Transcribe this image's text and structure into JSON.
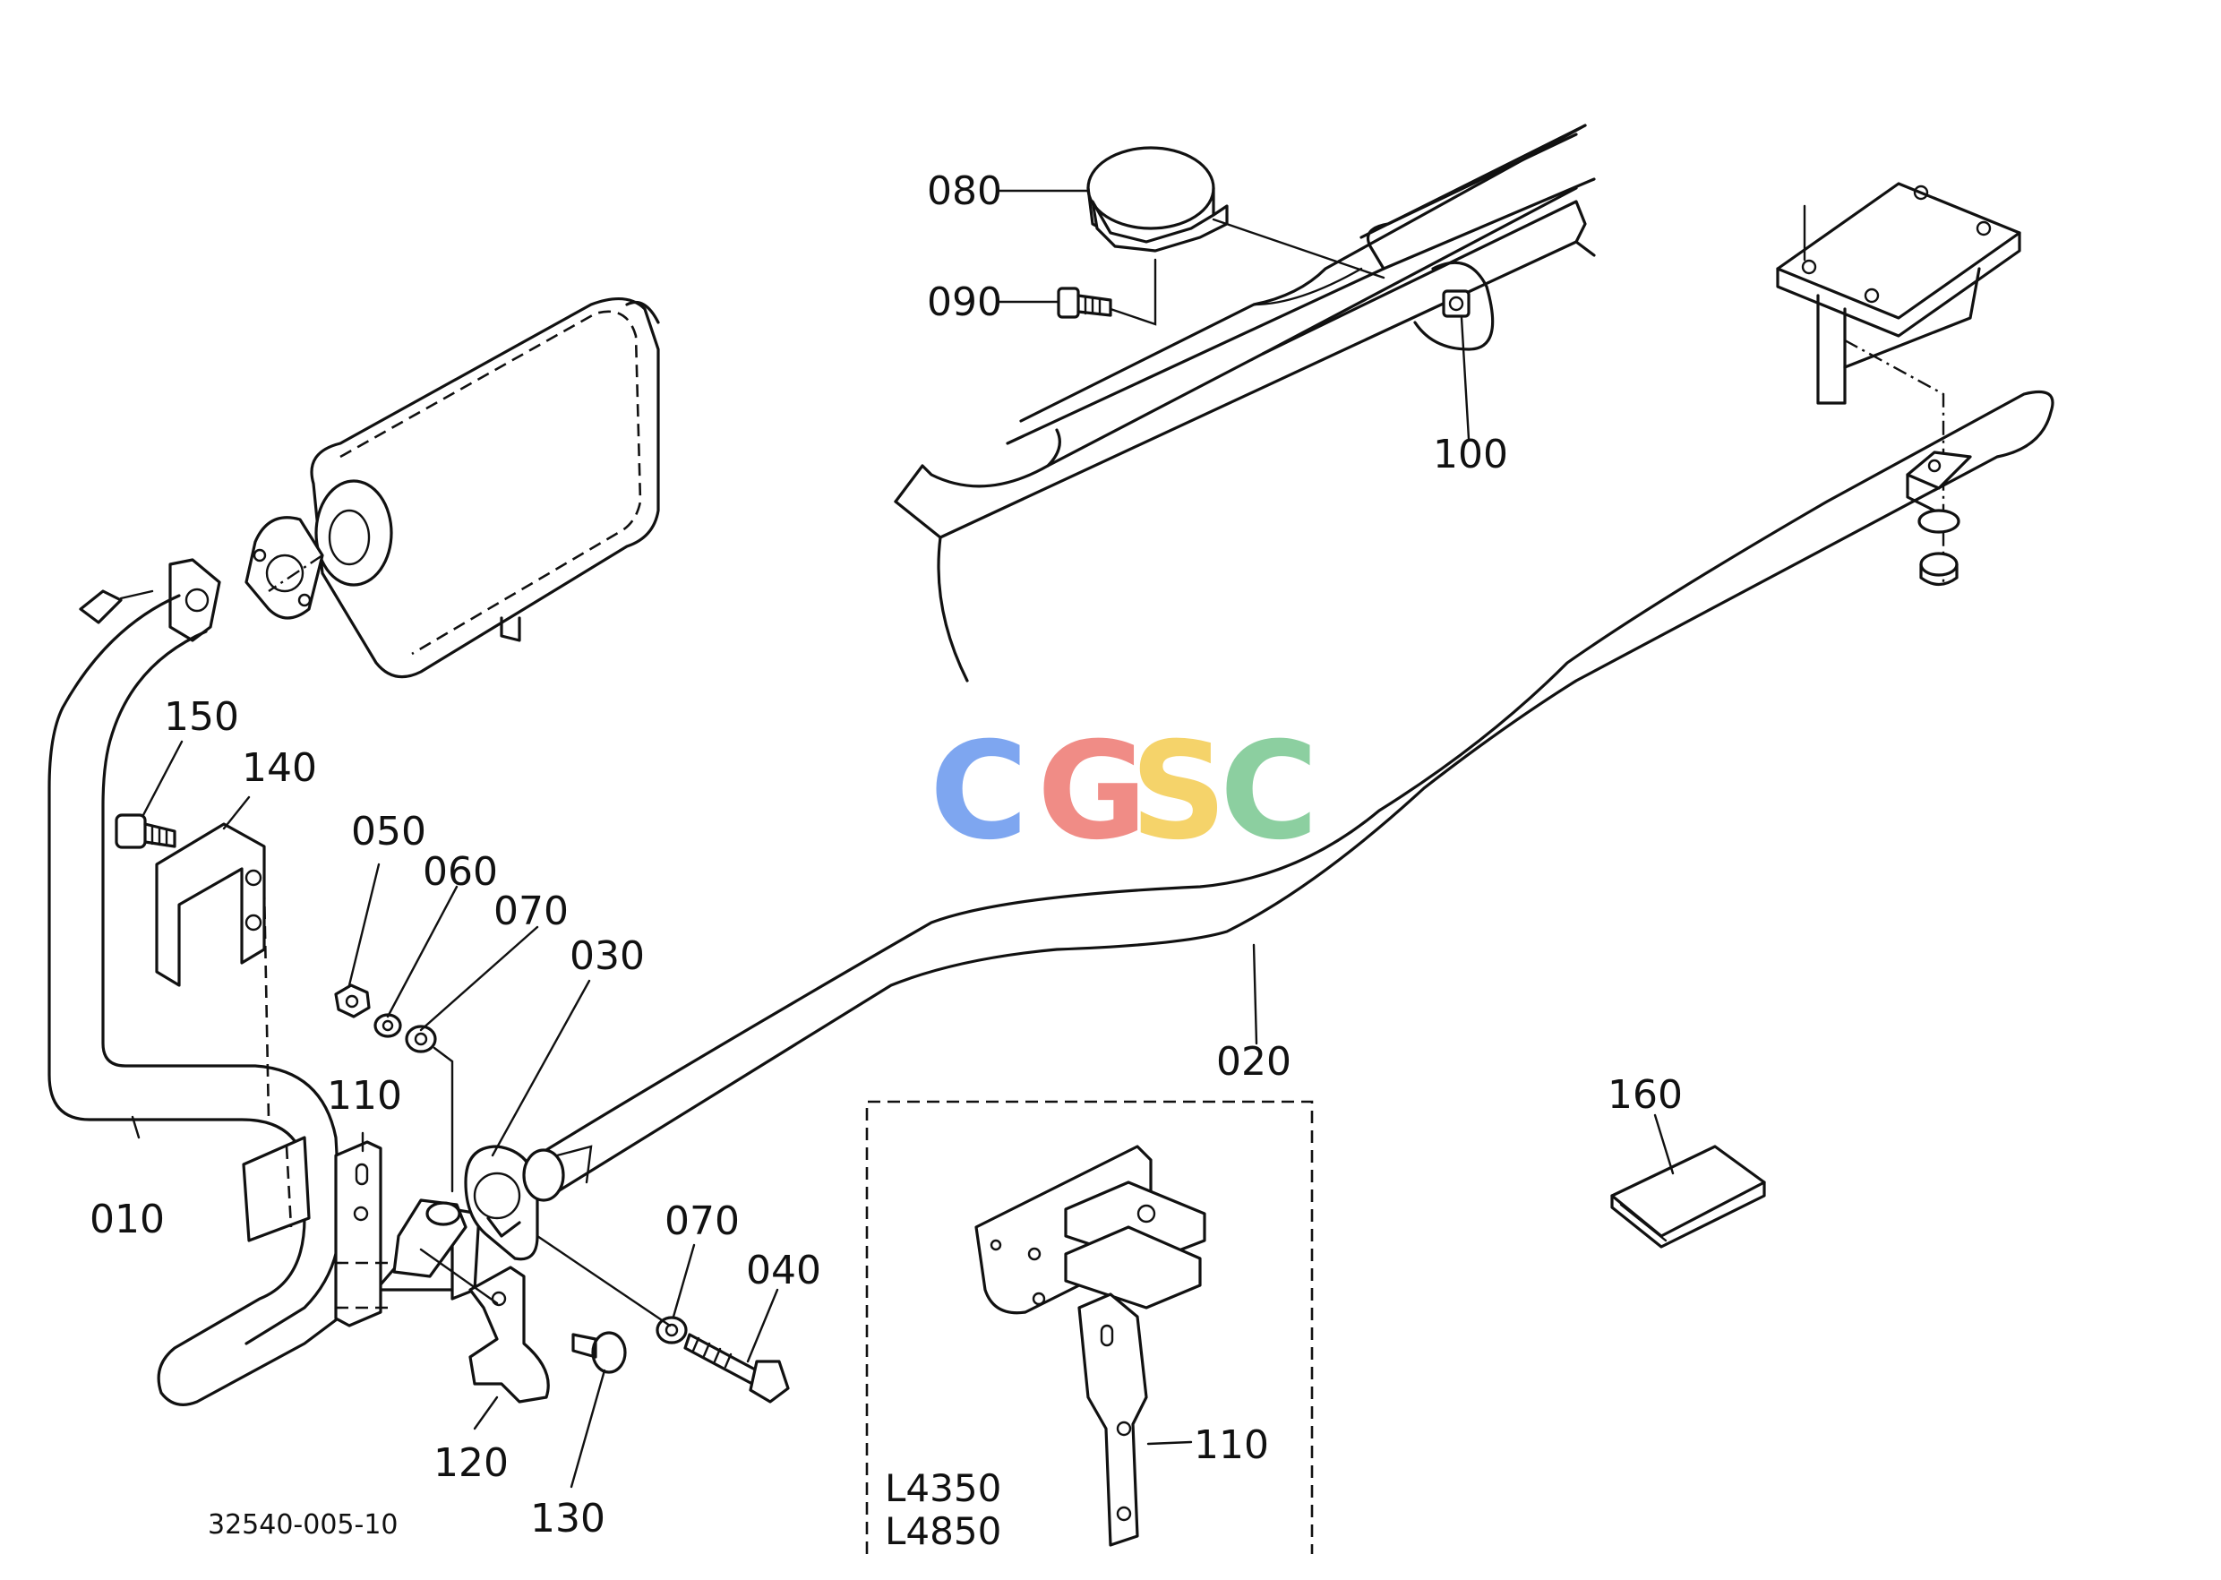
{
  "callouts": {
    "p010": "010",
    "p020": "020",
    "p030": "030",
    "p040": "040",
    "p050": "050",
    "p060": "060",
    "p070a": "070",
    "p070b": "070",
    "p080": "080",
    "p090": "090",
    "p100": "100",
    "p110a": "110",
    "p110b": "110",
    "p120": "120",
    "p130": "130",
    "p140": "140",
    "p150": "150",
    "p160": "160"
  },
  "inset": {
    "model_1": "L4350",
    "model_2": "L4850"
  },
  "figure_code": "32540-005-10",
  "watermark": {
    "letters": [
      "C",
      "G",
      "S",
      "C"
    ],
    "colors": [
      "#7ea6f0",
      "#f08c86",
      "#f5d36a",
      "#8ccfa0"
    ]
  }
}
